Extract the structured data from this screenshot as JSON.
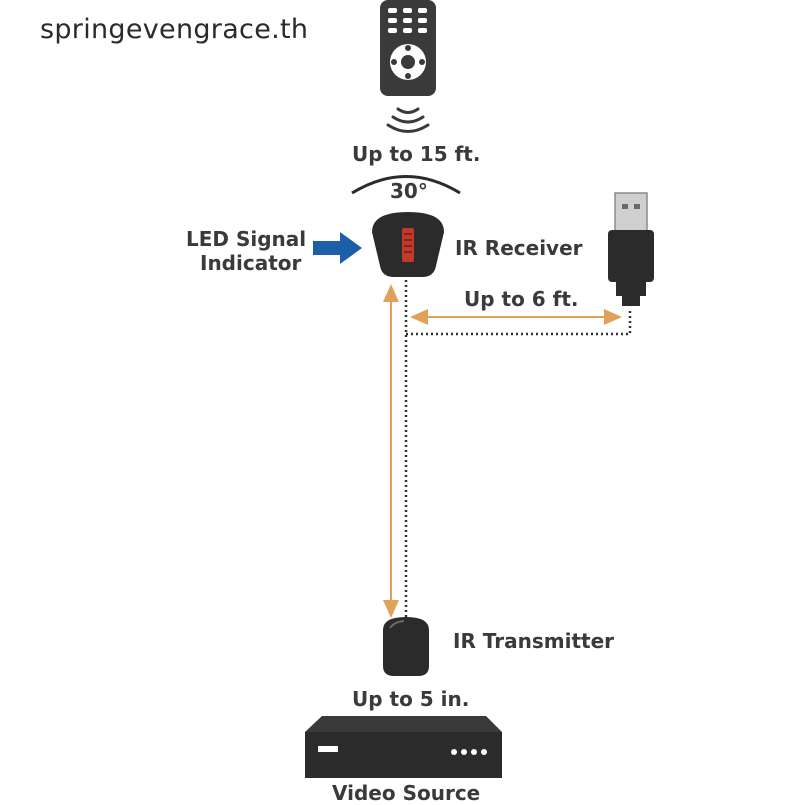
{
  "watermark": "springevengrace.th",
  "labels": {
    "remote_range": "Up to 15 ft.",
    "angle": "30°",
    "led_indicator_line1": "LED Signal",
    "led_indicator_line2": "Indicator",
    "ir_receiver": "IR Receiver",
    "usb_range": "Up to 6 ft.",
    "ir_transmitter": "IR Transmitter",
    "transmitter_range": "Up to 5 in.",
    "video_source": "Video Source"
  },
  "colors": {
    "arrow_blue": "#1d5fa6",
    "range_orange": "#e0a25a",
    "device_dark": "#2b2b2b",
    "led_red": "#c0392b"
  },
  "icons": [
    "remote-control-icon",
    "ir-wave-icon",
    "usb-plug-icon",
    "ir-receiver-icon",
    "ir-transmitter-icon",
    "video-source-box-icon"
  ]
}
